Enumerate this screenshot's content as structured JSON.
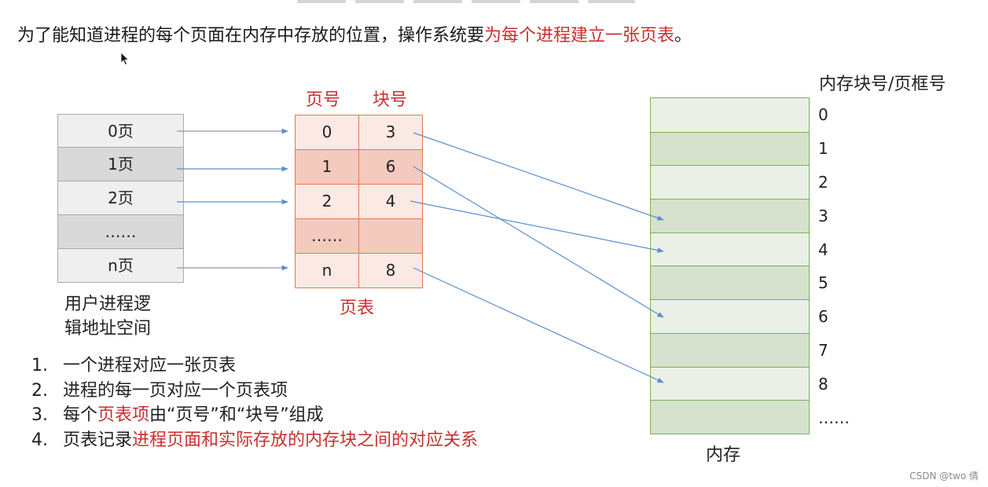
{
  "intro": {
    "prefix": "为了能知道进程的每个页面在内存中存放的位置，操作系统要",
    "highlight": "为每个进程建立一张页表",
    "suffix": "。"
  },
  "logical_space": {
    "rows": [
      "0页",
      "1页",
      "2页",
      "……",
      "n页"
    ],
    "caption_line1": "用户进程逻",
    "caption_line2": "辑地址空间"
  },
  "page_table": {
    "header_page": "页号",
    "header_block": "块号",
    "rows": [
      {
        "page": "0",
        "block": "3"
      },
      {
        "page": "1",
        "block": "6"
      },
      {
        "page": "2",
        "block": "4"
      },
      {
        "page": "……",
        "block": ""
      },
      {
        "page": "n",
        "block": "8"
      }
    ],
    "caption": "页表"
  },
  "memory": {
    "title": "内存块号/页框号",
    "block_labels": [
      "0",
      "1",
      "2",
      "3",
      "4",
      "5",
      "6",
      "7",
      "8",
      "……"
    ],
    "caption": "内存"
  },
  "points": [
    {
      "num": "1.",
      "plain": "一个进程对应一张页表",
      "red": "",
      "tail": ""
    },
    {
      "num": "2.",
      "plain": "进程的每一页对应一个页表项",
      "red": "",
      "tail": ""
    },
    {
      "num": "3.",
      "plain": "每个",
      "red": "页表项",
      "tail": "由“页号”和“块号”组成"
    },
    {
      "num": "4.",
      "plain": "页表记录",
      "red": "进程页面和实际存放的内存块之间的对应关系",
      "tail": ""
    }
  ],
  "watermark": "CSDN @two 倩",
  "colors": {
    "accent_red": "#c8302e",
    "arrow_blue": "#5b8fd0",
    "table_border": "#e07a4f",
    "memory_border": "#7ab05a"
  }
}
